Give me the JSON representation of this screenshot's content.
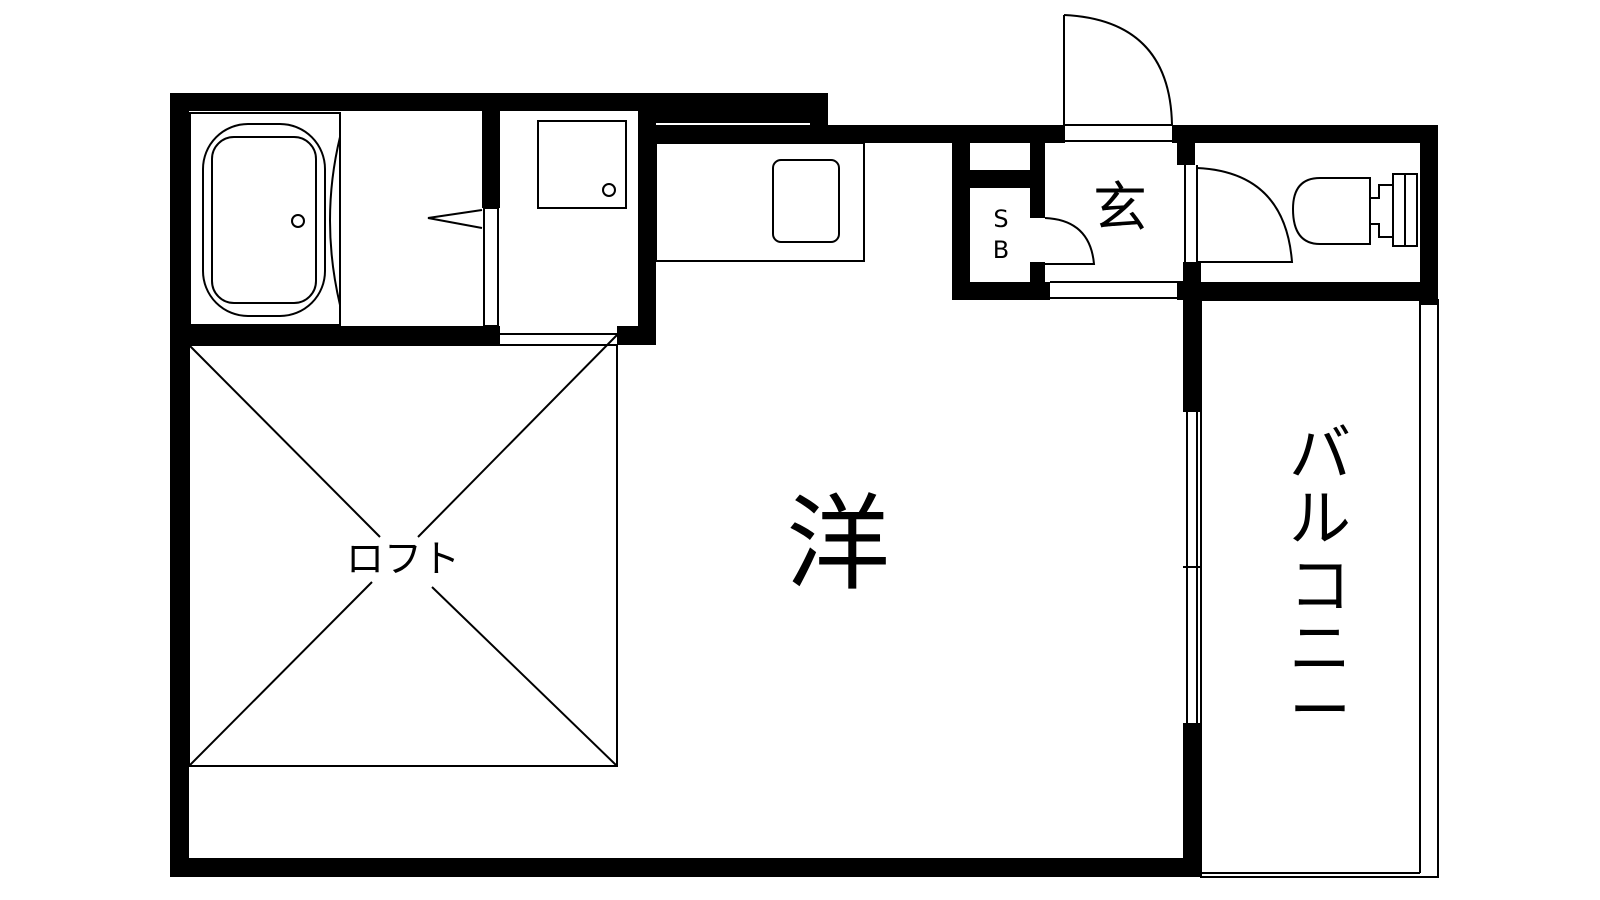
{
  "floor_plan": {
    "rooms": {
      "western_room": "洋",
      "loft": "ロフト",
      "entrance": "玄",
      "shoe_box": [
        "S",
        "B"
      ],
      "balcony": [
        "バ",
        "ル",
        "コ",
        "ニ",
        "ー"
      ]
    },
    "colors": {
      "wall": "#000000",
      "fixture_line": "#000000",
      "background": "#ffffff"
    }
  }
}
